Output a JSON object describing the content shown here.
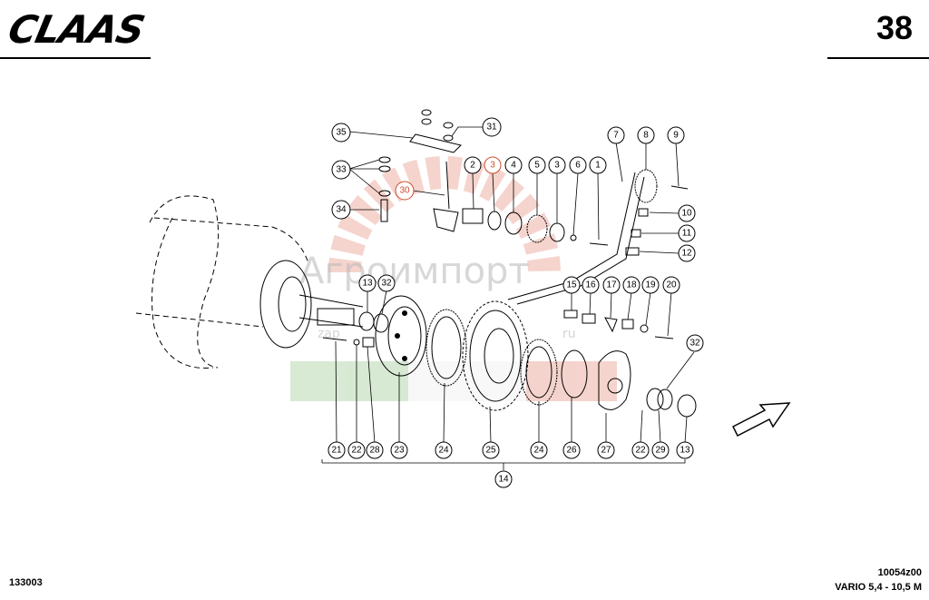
{
  "header": {
    "brand": "CLAAS",
    "page_number": "38"
  },
  "footer": {
    "doc_code": "133003",
    "drawing_code": "10054z00",
    "model": "VARIO 5,4 - 10,5 M"
  },
  "watermark": {
    "text": "Агроимпорт",
    "subtext": "zap",
    "subtext2": "ru"
  },
  "callouts": [
    "35",
    "31",
    "33",
    "30",
    "34",
    "2",
    "3",
    "4",
    "5",
    "3",
    "6",
    "1",
    "7",
    "8",
    "9",
    "10",
    "11",
    "12",
    "13",
    "32",
    "15",
    "16",
    "17",
    "18",
    "19",
    "20",
    "32",
    "21",
    "22",
    "28",
    "23",
    "24",
    "25",
    "24",
    "26",
    "27",
    "22",
    "29",
    "13",
    "14"
  ],
  "colors": {
    "highlight": "#d04a2a",
    "watermark_gear": "#e8a090",
    "watermark_flag_green": "#a8d0a0"
  }
}
